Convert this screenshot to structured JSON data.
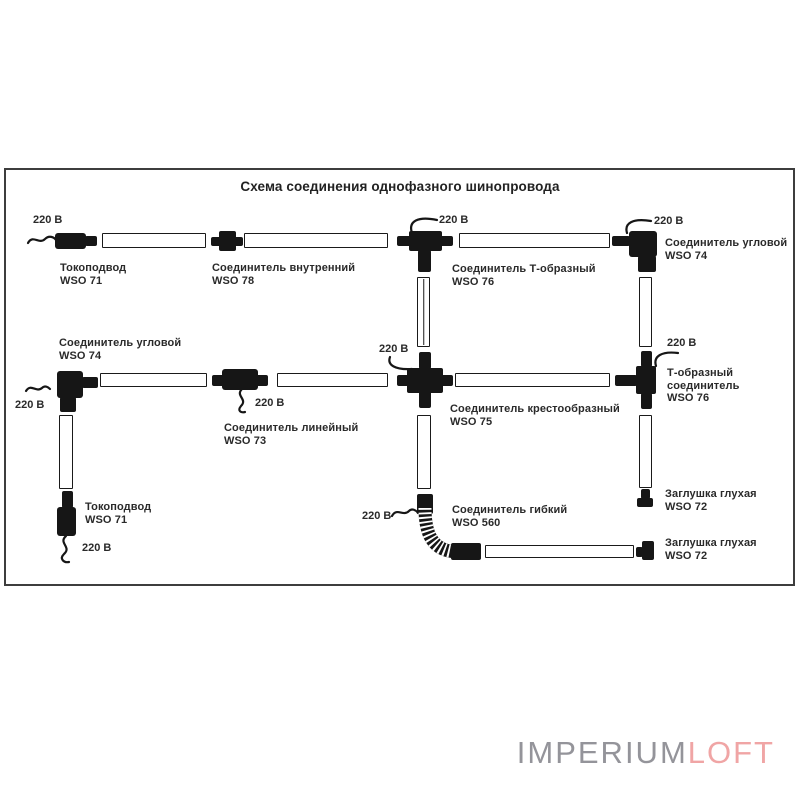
{
  "title": "Схема соединения однофазного шинопровода",
  "voltage_label": "220 В",
  "components": {
    "feed_top": {
      "name": "Токоподвод",
      "code": "WSO 71"
    },
    "internal": {
      "name": "Соединитель внутренний",
      "code": "WSO 78"
    },
    "t_top": {
      "name": "Соединитель Т-образный",
      "code": "WSO 76"
    },
    "corner_top_right": {
      "name": "Соединитель угловой",
      "code": "WSO 74"
    },
    "corner_left": {
      "name": "Соединитель угловой",
      "code": "WSO 74"
    },
    "linear": {
      "name": "Соединитель линейный",
      "code": "WSO 73"
    },
    "cross": {
      "name": "Соединитель крестообразный",
      "code": "WSO 75"
    },
    "t_right": {
      "line1": "Т-образный",
      "line2": "соединитель",
      "code": "WSO 76"
    },
    "feed_bottom": {
      "name": "Токоподвод",
      "code": "WSO 71"
    },
    "flex": {
      "name": "Соединитель гибкий",
      "code": "WSO 560"
    },
    "cap_right_top": {
      "name": "Заглушка глухая",
      "code": "WSO 72"
    },
    "cap_bottom": {
      "name": "Заглушка глухая",
      "code": "WSO 72"
    }
  },
  "logo": {
    "part1": "IMPERIUM",
    "part2": "LOFT"
  },
  "colors": {
    "line": "#161616",
    "frame": "#3d3d3d",
    "logo_gray": "#94949a",
    "logo_pink": "#f0a5a5"
  }
}
